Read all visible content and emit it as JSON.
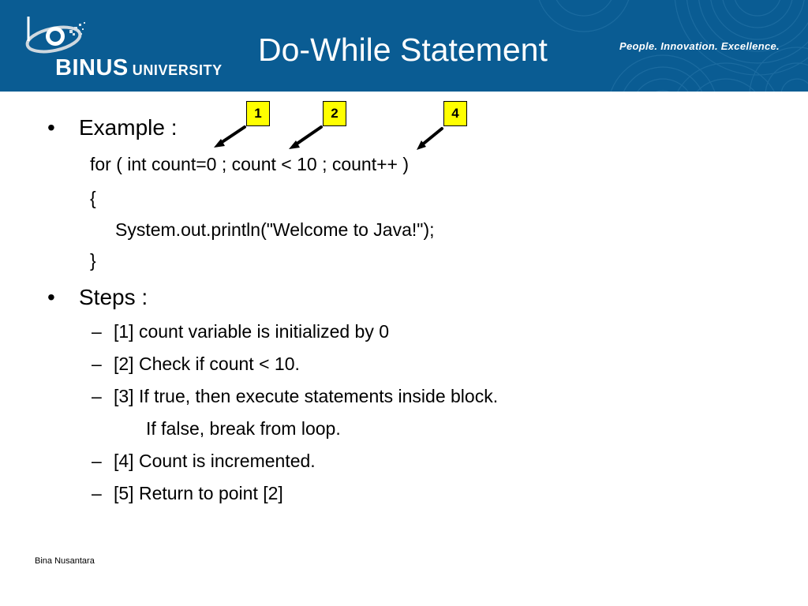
{
  "header": {
    "logo": {
      "brand": "BINUS",
      "suffix": "UNIVERSITY"
    },
    "title": "Do-While Statement",
    "tagline": "People. Innovation. Excellence.",
    "background_color": "#0a5c93"
  },
  "callouts": [
    "1",
    "2",
    "4"
  ],
  "callout_color": "#ffff00",
  "content": {
    "bullet_glyph": "•",
    "dash_glyph": "–",
    "example_label": "Example :",
    "code": [
      "for ( int count=0 ; count < 10 ; count++ )",
      "{",
      "System.out.println(\"Welcome to Java!\");",
      "}"
    ],
    "steps_label": "Steps :",
    "steps": [
      "[1] count variable is initialized by 0",
      "[2] Check if count < 10.",
      "[3] If true, then execute statements inside block.",
      "If false, break from loop.",
      "[4] Count is incremented.",
      "[5] Return to point [2]"
    ]
  },
  "footer": "Bina Nusantara"
}
